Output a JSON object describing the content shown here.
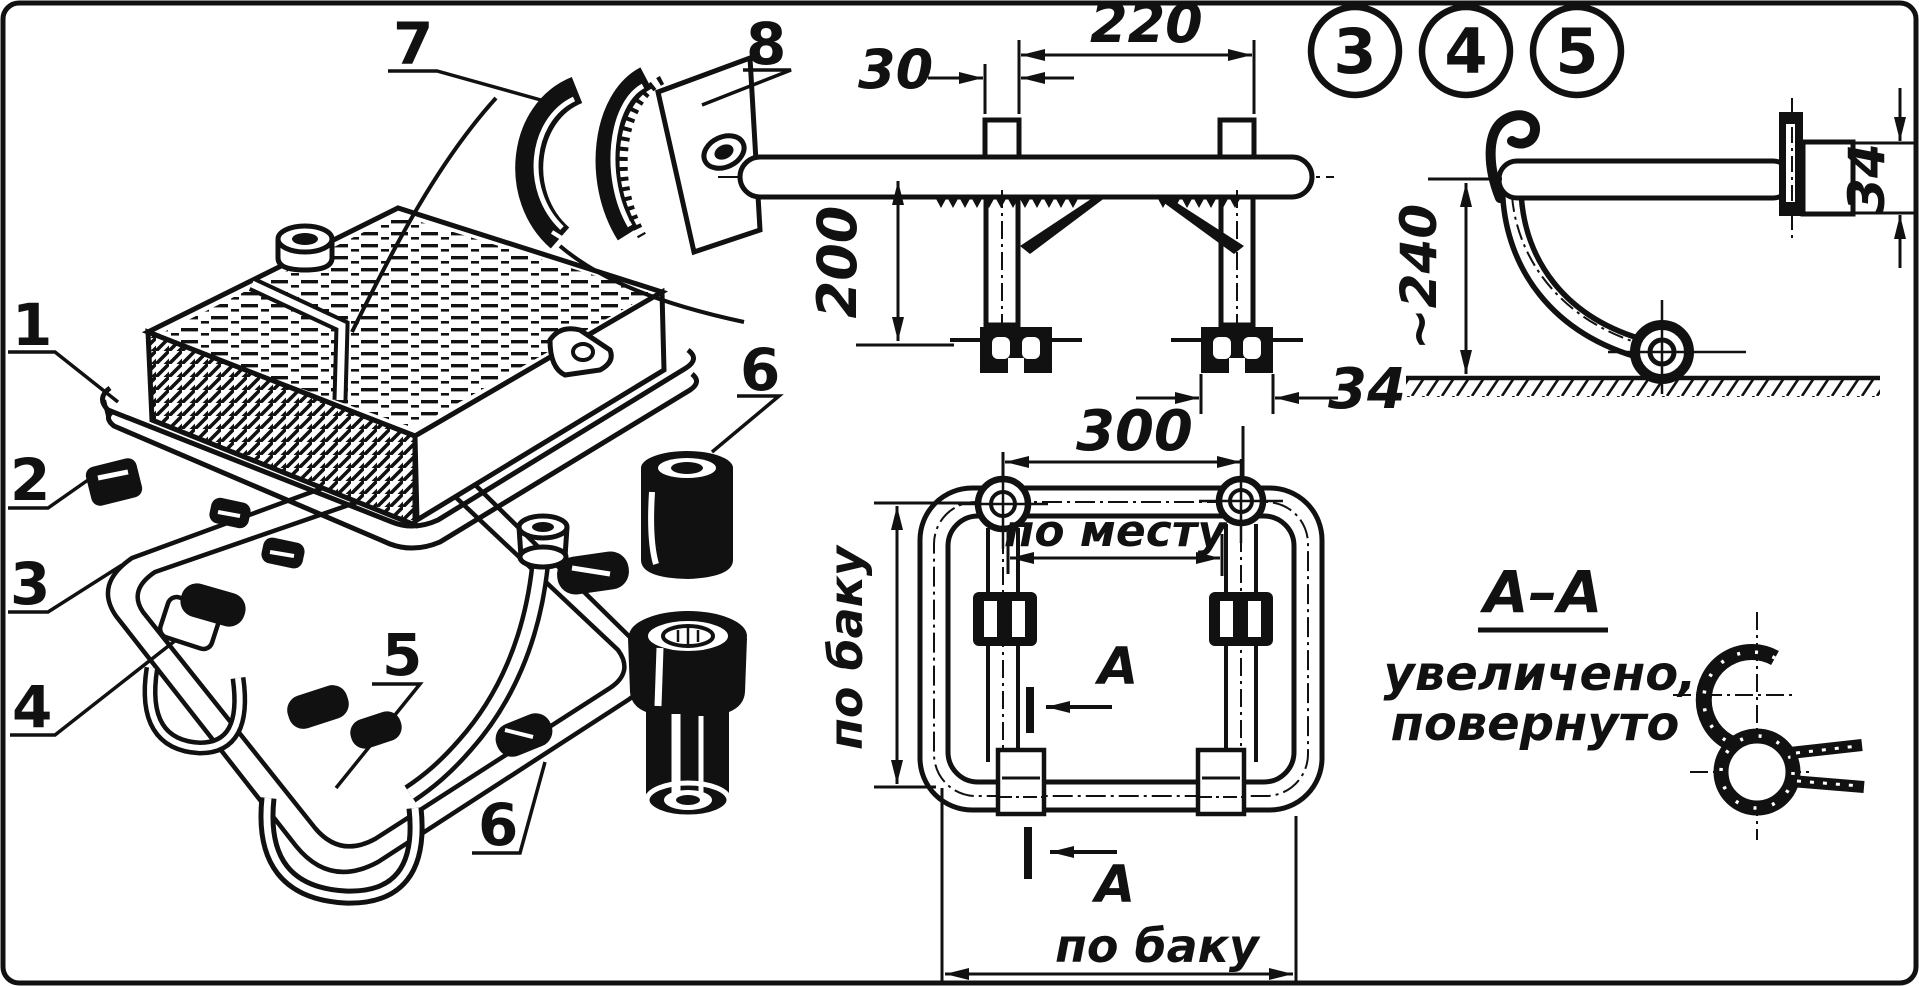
{
  "colors": {
    "ink": "#111111",
    "paper": "#ffffff"
  },
  "exploded": {
    "labels": {
      "p1": "1",
      "p2": "2",
      "p3": "3",
      "p4": "4",
      "p5": "5",
      "p6": "6",
      "p6b": "6",
      "p7": "7",
      "p8": "8"
    }
  },
  "callouts": {
    "c3": "3",
    "c4": "4",
    "c5": "5"
  },
  "front": {
    "d30": "30",
    "d220": "220",
    "d200": "200",
    "d34": "34"
  },
  "side": {
    "d240": "~240",
    "d34": "34"
  },
  "plan": {
    "d300": "300",
    "by_place": "по месту",
    "by_tank_side": "по баку",
    "by_tank_bottom": "по баку",
    "section_letter": "А"
  },
  "section": {
    "title": "А–А",
    "note1": "увеличено,",
    "note2": "повернуто"
  }
}
